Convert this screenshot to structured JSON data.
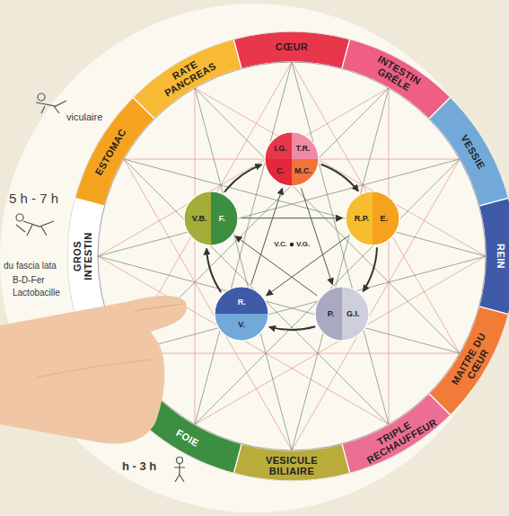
{
  "diagram": {
    "nodes": [
      {
        "text": [
          "GROS INTESTIN"
        ]
      },
      {
        "text": [
          "ESTOMAC"
        ]
      },
      {
        "text": [
          "RATE PANCREAS"
        ]
      },
      {
        "text": [
          "CŒUR"
        ]
      },
      {
        "text": [
          "INTESTIN GRÊLE"
        ]
      },
      {
        "text": [
          "VESSIE"
        ]
      },
      {
        "text": [
          "REIN"
        ]
      },
      {
        "text": [
          "MAITRE DU CŒUR"
        ]
      },
      {
        "text": [
          "TRIPLE RECHAUFFEUR"
        ]
      },
      {
        "text": [
          "VESICULE BILIAIRE"
        ]
      },
      {
        "text": [
          "FOIE"
        ]
      },
      {
        "text": [
          "I.G.",
          "T.R.",
          "C.",
          "M.C."
        ]
      },
      {
        "text": [
          "V.B.",
          "F."
        ]
      },
      {
        "text": [
          "R.P.",
          "E."
        ]
      },
      {
        "text": [
          "R.",
          "V."
        ]
      },
      {
        "text": [
          "P.",
          "G.I."
        ]
      }
    ],
    "edges": [
      {
        "from": 11,
        "to": 13,
        "arrow": "to"
      },
      {
        "from": 13,
        "to": 15,
        "arrow": "to"
      },
      {
        "from": 15,
        "to": 14,
        "arrow": "to"
      },
      {
        "from": 14,
        "to": 12,
        "arrow": "to"
      },
      {
        "from": 12,
        "to": 11,
        "arrow": "to"
      },
      {
        "from": 12,
        "to": 13,
        "arrow": "to"
      },
      {
        "from": 13,
        "to": 14,
        "arrow": "to"
      },
      {
        "from": 14,
        "to": 11,
        "arrow": "to"
      },
      {
        "from": 11,
        "to": 15,
        "arrow": "to"
      },
      {
        "from": 15,
        "to": 12,
        "arrow": "to"
      }
    ],
    "labels": [
      "V.C.",
      "V.G.",
      "viculaire",
      "5 h - 7 h",
      "du fascia lata",
      "B-D-Fer",
      "Lactobacille",
      "h - 3 h"
    ]
  }
}
